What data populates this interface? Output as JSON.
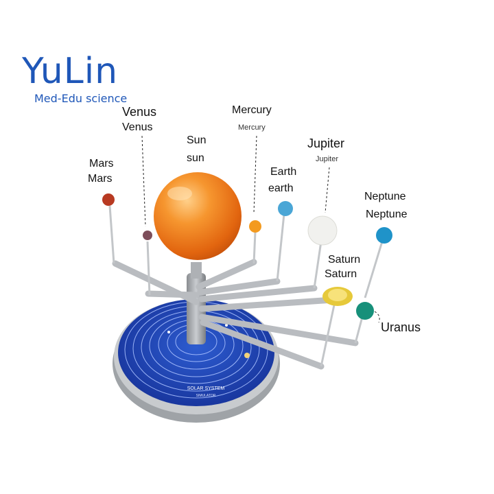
{
  "brand": {
    "name": "YuLin",
    "tagline": "Med-Edu science"
  },
  "labels": {
    "mars_en": "Mars",
    "mars_sub": "Mars",
    "venus_en": "Venus",
    "venus_sub": "Venus",
    "sun_en": "Sun",
    "sun_sub": "sun",
    "mercury_en": "Mercury",
    "mercury_sub": "Mercury",
    "earth_en": "Earth",
    "earth_sub": "earth",
    "jupiter_en": "Jupiter",
    "jupiter_sub": "Jupiter",
    "neptune_en": "Neptune",
    "neptune_sub": "Neptune",
    "saturn_en": "Saturn",
    "saturn_sub": "Saturn",
    "uranus_en": "Uranus"
  },
  "base": {
    "title": "SOLAR SYSTEM",
    "subtitle": "SIMULATOR"
  },
  "colors": {
    "brand_blue": "#1f57b8",
    "sun_orange": "#f07a1a",
    "base_blue": "#1c3fae",
    "arm_gray": "#b9bcc0"
  }
}
